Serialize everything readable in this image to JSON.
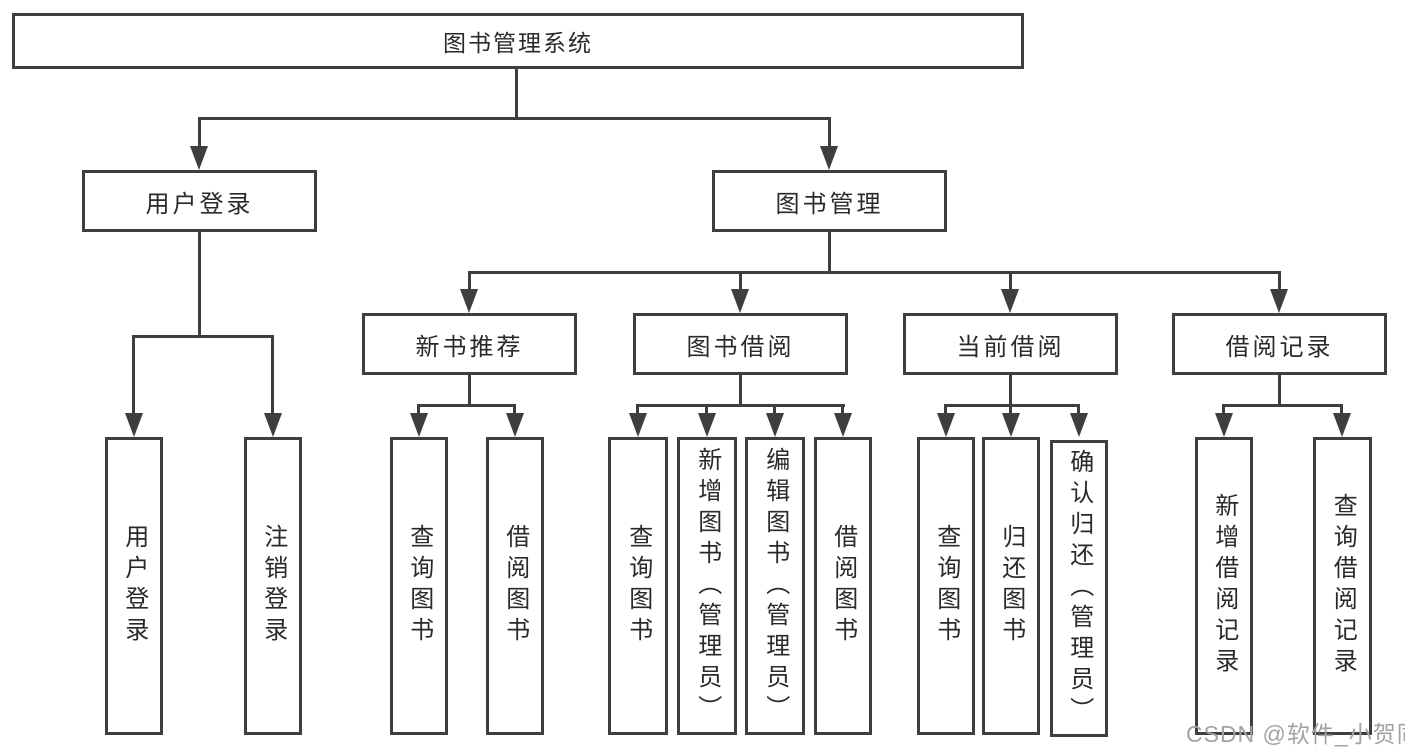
{
  "colors": {
    "line": "#3e3e3e",
    "text": "#2a2a2a",
    "background": "#ffffff",
    "watermark": "#a3a3a3"
  },
  "watermark": {
    "text": "CSDN @软件_小贺同学"
  },
  "nodes": {
    "root": {
      "label": "图书管理系统"
    },
    "login": {
      "label": "用户登录",
      "children": [
        {
          "label": "用户登录"
        },
        {
          "label": "注销登录"
        }
      ]
    },
    "mgmt": {
      "label": "图书管理"
    },
    "rec": {
      "label": "新书推荐",
      "children": [
        {
          "label": "查询图书"
        },
        {
          "label": "借阅图书"
        }
      ]
    },
    "borrow": {
      "label": "图书借阅",
      "children": [
        {
          "label": "查询图书"
        },
        {
          "label": "新增图书（管理员）"
        },
        {
          "label": "编辑图书（管理员）"
        },
        {
          "label": "借阅图书"
        }
      ]
    },
    "current": {
      "label": "当前借阅",
      "children": [
        {
          "label": "查询图书"
        },
        {
          "label": "归还图书"
        },
        {
          "label": "确认归还（管理员）"
        }
      ]
    },
    "records": {
      "label": "借阅记录",
      "children": [
        {
          "label": "新增借阅记录"
        },
        {
          "label": "查询借阅记录"
        }
      ]
    }
  }
}
